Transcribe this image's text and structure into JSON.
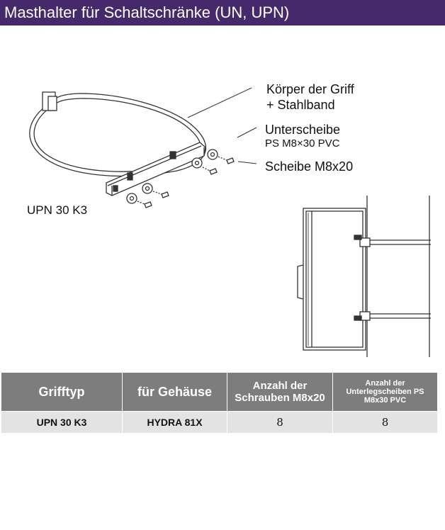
{
  "header": {
    "title": "Masthalter für Schaltschränke (UN, UPN)"
  },
  "figure": {
    "callout_body": "Körper der Griff\n+ Stahlband",
    "callout_washer_label": "Unterscheibe",
    "callout_washer_spec": "PS M8×30 PVC",
    "callout_disc": "Scheibe M8x20",
    "model_label": "UPN 30 K3"
  },
  "table": {
    "headers": {
      "grifftyp": "Grifftyp",
      "gehaeuse": "für Gehäuse",
      "schrauben": "Anzahl der Schrauben M8x20",
      "unterleg": "Anzahl der Unterlegscheiben PS M8x30 PVC"
    },
    "row": {
      "grifftyp": "UPN 30 K3",
      "gehaeuse": "HYDRA 81X",
      "schrauben": "8",
      "unterleg": "8"
    }
  },
  "colors": {
    "title_bar": "#45296b",
    "table_header": "#7d7d7d",
    "table_row": "#e3e3e3"
  }
}
